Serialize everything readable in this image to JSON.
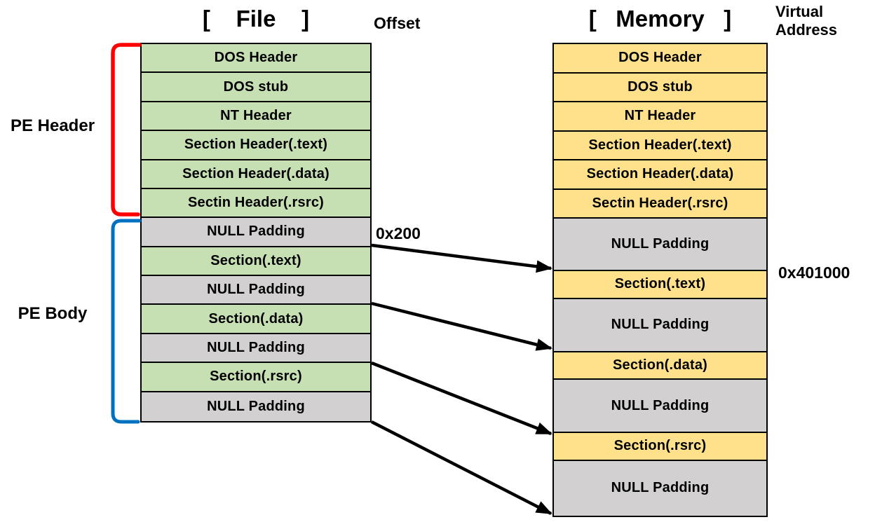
{
  "titles": {
    "file": "[    File    ]",
    "memory": "[   Memory   ]",
    "offset": "Offset",
    "virtual_address": "Virtual\nAddress"
  },
  "annotations": {
    "file_offset_value": "0x200",
    "memory_virtual_address_value": "0x401000"
  },
  "brackets": {
    "pe_header": {
      "label": "PE Header",
      "color": "#ff0000"
    },
    "pe_body": {
      "label": "PE Body",
      "color": "#0070c0"
    }
  },
  "file_column": {
    "rows": [
      {
        "label": "DOS Header",
        "kind": "header"
      },
      {
        "label": "DOS stub",
        "kind": "header"
      },
      {
        "label": "NT Header",
        "kind": "header"
      },
      {
        "label": "Section Header(.text)",
        "kind": "header"
      },
      {
        "label": "Section Header(.data)",
        "kind": "header"
      },
      {
        "label": "Sectin Header(.rsrc)",
        "kind": "header"
      },
      {
        "label": "NULL Padding",
        "kind": "padding"
      },
      {
        "label": "Section(.text)",
        "kind": "section"
      },
      {
        "label": "NULL Padding",
        "kind": "padding"
      },
      {
        "label": "Section(.data)",
        "kind": "section"
      },
      {
        "label": "NULL Padding",
        "kind": "padding"
      },
      {
        "label": "Section(.rsrc)",
        "kind": "section"
      },
      {
        "label": "NULL Padding",
        "kind": "padding"
      }
    ]
  },
  "memory_column": {
    "rows": [
      {
        "label": "DOS Header",
        "kind": "header"
      },
      {
        "label": "DOS stub",
        "kind": "header"
      },
      {
        "label": "NT Header",
        "kind": "header"
      },
      {
        "label": "Section Header(.text)",
        "kind": "header"
      },
      {
        "label": "Section Header(.data)",
        "kind": "header"
      },
      {
        "label": "Sectin Header(.rsrc)",
        "kind": "header"
      },
      {
        "label": "NULL Padding",
        "kind": "padding"
      },
      {
        "label": "Section(.text)",
        "kind": "section"
      },
      {
        "label": "NULL Padding",
        "kind": "padding"
      },
      {
        "label": "Section(.data)",
        "kind": "section"
      },
      {
        "label": "NULL Padding",
        "kind": "padding"
      },
      {
        "label": "Section(.rsrc)",
        "kind": "section"
      },
      {
        "label": "NULL Padding",
        "kind": "padding"
      }
    ]
  },
  "colors": {
    "file_fill": "#c6e0b4",
    "memory_fill": "#ffe18c",
    "padding_fill": "#d2d0d0",
    "border": "#000000",
    "arrow": "#000000",
    "pe_header_bracket": "#ff0000",
    "pe_body_bracket": "#0070c0"
  }
}
